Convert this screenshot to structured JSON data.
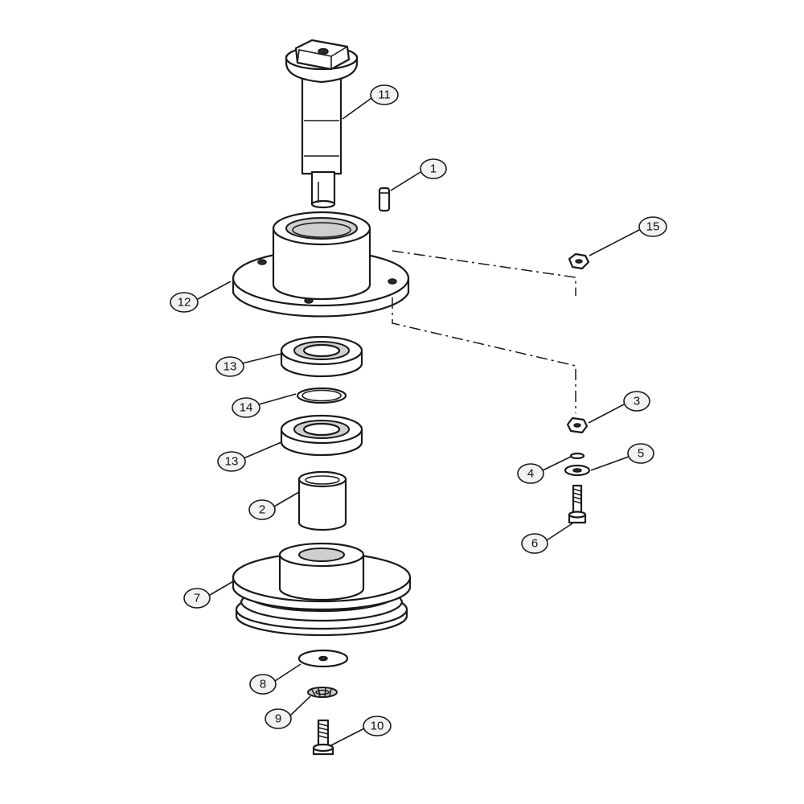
{
  "diagram": {
    "part_callouts": [
      {
        "id": "callout-1",
        "label": "1"
      },
      {
        "id": "callout-2",
        "label": "2"
      },
      {
        "id": "callout-3",
        "label": "3"
      },
      {
        "id": "callout-4",
        "label": "4"
      },
      {
        "id": "callout-5",
        "label": "5"
      },
      {
        "id": "callout-6",
        "label": "6"
      },
      {
        "id": "callout-7",
        "label": "7"
      },
      {
        "id": "callout-8",
        "label": "8"
      },
      {
        "id": "callout-9",
        "label": "9"
      },
      {
        "id": "callout-10",
        "label": "10"
      },
      {
        "id": "callout-11",
        "label": "11"
      },
      {
        "id": "callout-12",
        "label": "12"
      },
      {
        "id": "callout-13a",
        "label": "13"
      },
      {
        "id": "callout-13b",
        "label": "13"
      },
      {
        "id": "callout-14",
        "label": "14"
      },
      {
        "id": "callout-15",
        "label": "15"
      }
    ]
  },
  "colors": {
    "line": "#1a1a1a",
    "callout_fill": "#f2f2f2",
    "background": "#ffffff"
  }
}
